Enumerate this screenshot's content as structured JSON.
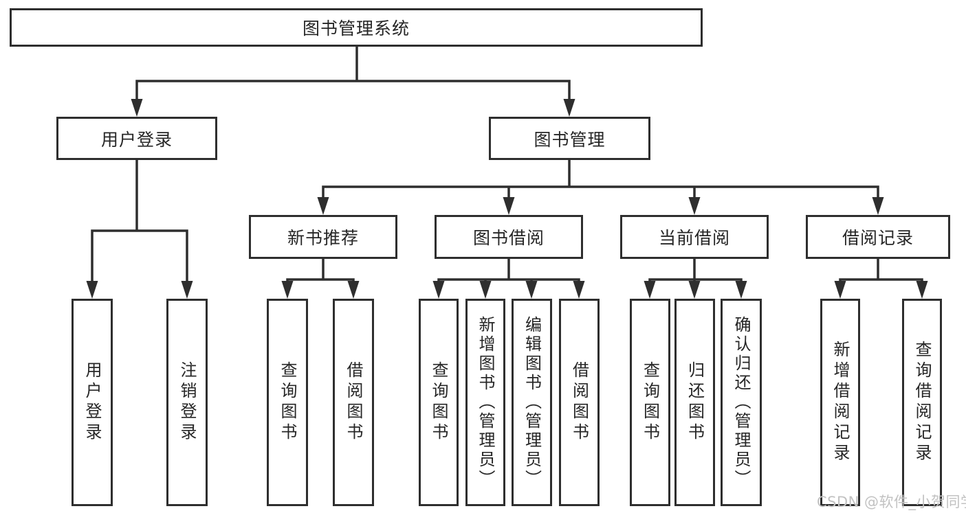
{
  "tree": {
    "root": {
      "label": "图书管理系统",
      "children": [
        {
          "label": "用户登录",
          "children": [
            {
              "label": "用户登录"
            },
            {
              "label": "注销登录"
            }
          ]
        },
        {
          "label": "图书管理",
          "children": [
            {
              "label": "新书推荐",
              "children": [
                {
                  "label": "查询图书"
                },
                {
                  "label": "借阅图书"
                }
              ]
            },
            {
              "label": "图书借阅",
              "children": [
                {
                  "label": "查询图书"
                },
                {
                  "label": "新增图书（管理员）"
                },
                {
                  "label": "编辑图书（管理员）"
                },
                {
                  "label": "借阅图书"
                }
              ]
            },
            {
              "label": "当前借阅",
              "children": [
                {
                  "label": "查询图书"
                },
                {
                  "label": "归还图书"
                },
                {
                  "label": "确认归还（管理员）"
                }
              ]
            },
            {
              "label": "借阅记录",
              "children": [
                {
                  "label": "新增借阅记录"
                },
                {
                  "label": "查询借阅记录"
                }
              ]
            }
          ]
        }
      ]
    }
  },
  "watermark": {
    "text": "CSDN @软件_小贺同学"
  },
  "colors": {
    "line": "#2e2e2e",
    "box_border": "#2e2e2e",
    "box_fill": "#ffffff",
    "text": "#262626",
    "watermark": "#c2c2c2",
    "background": "#ffffff"
  }
}
